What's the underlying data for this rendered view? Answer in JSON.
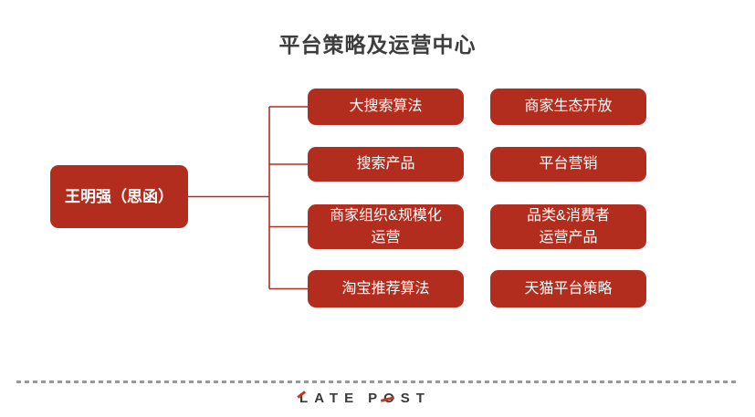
{
  "title": "平台策略及运营中心",
  "root": {
    "label": "王明强（思函）"
  },
  "departments": {
    "column1": [
      {
        "label": "大搜索算法"
      },
      {
        "label": "搜索产品"
      },
      {
        "label": "商家组织&规模化\n运营"
      },
      {
        "label": "淘宝推荐算法"
      }
    ],
    "column2": [
      {
        "label": "商家生态开放"
      },
      {
        "label": "平台营销"
      },
      {
        "label": "品类&消费者\n运营产品"
      },
      {
        "label": "天猫平台策略"
      }
    ]
  },
  "footer": {
    "brand_l": "L",
    "brand_ate": "ATE",
    "brand_p": "P",
    "brand_o": "O",
    "brand_st": "ST"
  },
  "colors": {
    "node_red": "#b22d1e",
    "connector_red": "#b22d1e",
    "title_gray": "#3d3d3d",
    "divider_gray": "#999999",
    "logo_dark": "#3a3a3a",
    "logo_accent_red": "#c63826"
  }
}
